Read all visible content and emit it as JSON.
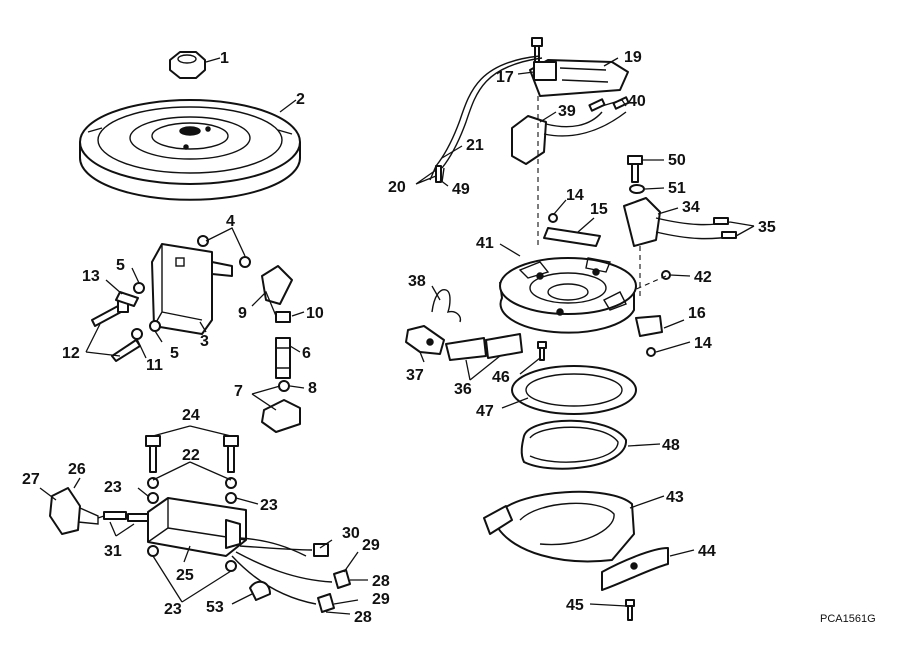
{
  "diagram": {
    "callouts": {
      "c1": "1",
      "c2": "2",
      "c3": "3",
      "c4": "4",
      "c5a": "5",
      "c5b": "5",
      "c6": "6",
      "c7": "7",
      "c8": "8",
      "c9": "9",
      "c10": "10",
      "c11": "11",
      "c12": "12",
      "c13": "13",
      "c14a": "14",
      "c14b": "14",
      "c15": "15",
      "c16": "16",
      "c17": "17",
      "c19": "19",
      "c20": "20",
      "c21": "21",
      "c22": "22",
      "c23a": "23",
      "c23b": "23",
      "c23c": "23",
      "c24": "24",
      "c25": "25",
      "c26": "26",
      "c27": "27",
      "c28a": "28",
      "c28b": "28",
      "c29a": "29",
      "c29b": "29",
      "c30": "30",
      "c31": "31",
      "c34": "34",
      "c35": "35",
      "c36": "36",
      "c37": "37",
      "c38": "38",
      "c39": "39",
      "c40": "40",
      "c41": "41",
      "c42": "42",
      "c43": "43",
      "c44": "44",
      "c45": "45",
      "c46": "46",
      "c47": "47",
      "c48": "48",
      "c49": "49",
      "c50": "50",
      "c51": "51",
      "c53": "53"
    },
    "figure_code": "PCA1561G"
  }
}
